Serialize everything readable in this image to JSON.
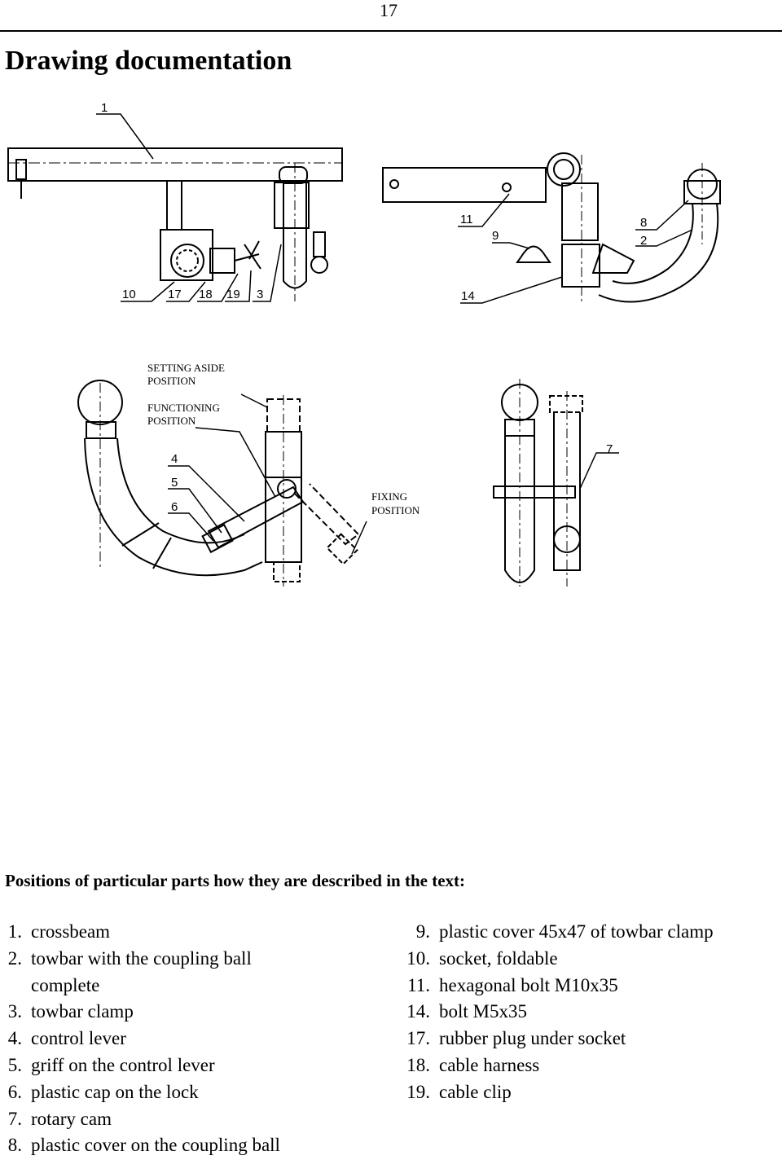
{
  "page_number": "17",
  "title": "Drawing documentation",
  "figure": {
    "top_labels": [
      "1",
      "10",
      "17",
      "18",
      "19",
      "3",
      "11",
      "9",
      "8",
      "2",
      "14"
    ],
    "bottom_labels": [
      "4",
      "5",
      "6",
      "7"
    ],
    "positions": {
      "setting_aside": [
        "SETTING ASIDE",
        "POSITION"
      ],
      "functioning": [
        "FUNCTIONING",
        "POSITION"
      ],
      "fixing": [
        "FIXING",
        "POSITION"
      ]
    }
  },
  "caption": "Positions of particular parts how they are described in the text:",
  "parts_left": [
    {
      "num": "1.",
      "text": "crossbeam"
    },
    {
      "num": "2.",
      "text": "towbar with the coupling ball"
    },
    {
      "num": "",
      "text": "complete"
    },
    {
      "num": "3.",
      "text": "towbar clamp"
    },
    {
      "num": "4.",
      "text": "control lever"
    },
    {
      "num": "5.",
      "text": "griff on the control lever"
    },
    {
      "num": "6.",
      "text": "plastic cap on the lock"
    },
    {
      "num": "7.",
      "text": "rotary cam"
    },
    {
      "num": "8.",
      "text": "plastic cover on the coupling ball"
    }
  ],
  "parts_right": [
    {
      "num": "9.",
      "text": "plastic cover 45x47 of towbar clamp"
    },
    {
      "num": "10.",
      "text": "socket, foldable"
    },
    {
      "num": "",
      "text": ""
    },
    {
      "num": "11.",
      "text": "hexagonal bolt M10x35"
    },
    {
      "num": "14.",
      "text": "bolt M5x35"
    },
    {
      "num": "17.",
      "text": "rubber plug under socket"
    },
    {
      "num": "18.",
      "text": "cable harness"
    },
    {
      "num": "19.",
      "text": "cable clip"
    }
  ]
}
